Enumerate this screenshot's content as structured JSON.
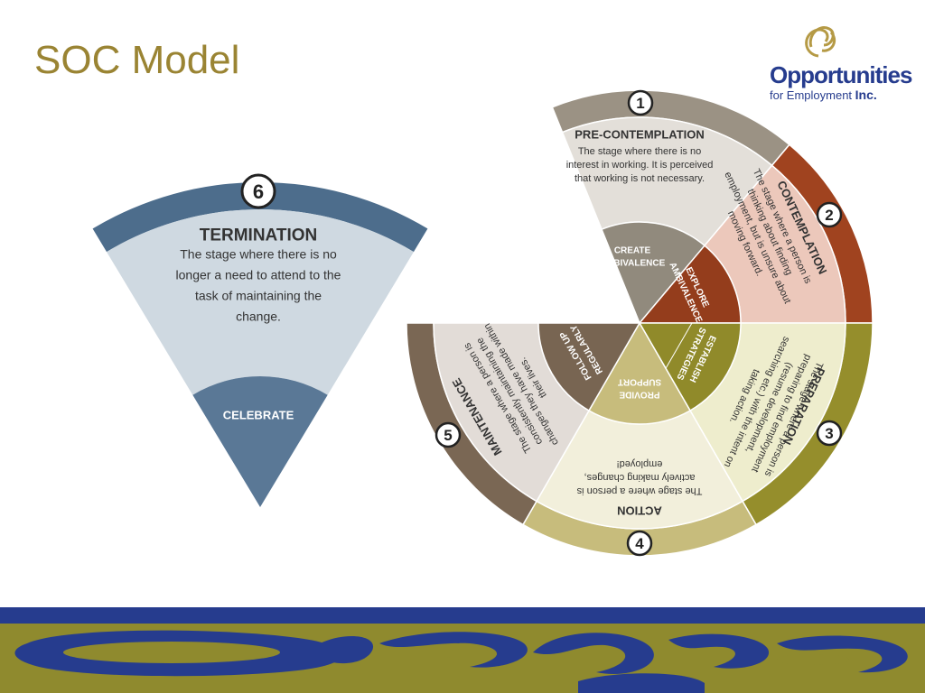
{
  "title": "SOC Model",
  "logo": {
    "name": "Opportunities",
    "tagline": "for Employment",
    "suffix": "Inc."
  },
  "termination": {
    "number": "6",
    "name": "TERMINATION",
    "description": [
      "The stage where there is no",
      "longer a need to attend to the",
      "task of maintaining the",
      "change."
    ],
    "action": "CELEBRATE"
  },
  "stages": [
    {
      "number": "1",
      "name": "PRE-CONTEMPLATION",
      "description": [
        "The stage where there is no",
        "interest in working. It is perceived",
        "that working is not necessary."
      ],
      "action": [
        "CREATE",
        "AMBIVALENCE"
      ]
    },
    {
      "number": "2",
      "name": "CONTEMPLATION",
      "description": [
        "The stage where a person is",
        "thinking about finding",
        "employment, but is unsure about",
        "moving forward."
      ],
      "action": [
        "EXPLORE",
        "AMBIVALENCE"
      ]
    },
    {
      "number": "3",
      "name": "PREPARATION",
      "description": [
        "The stage where a person is",
        "preparing to find employment",
        "(resume development,",
        "searching etc.) with the intent on",
        "taking action."
      ],
      "action": [
        "ESTABLISH",
        "STRATEGIES"
      ]
    },
    {
      "number": "4",
      "name": "ACTION",
      "description": [
        "The stage where a person is",
        "actively making changes,",
        "employed!"
      ],
      "action": [
        "PROVIDE",
        "SUPPORT"
      ]
    },
    {
      "number": "5",
      "name": "MAINTENANCE",
      "description": [
        "The stage where a person is",
        "consistently maintaining the",
        "changes they have made within",
        "their lives."
      ],
      "action": [
        "FOLLOW UP",
        "REGULARLY"
      ]
    }
  ],
  "colors": {
    "title": "#9a8433",
    "navy": "#263c8e",
    "olive": "#8f8a2e",
    "termination_band": "#4d6d8c",
    "termination_fill": "#cfd9e1",
    "termination_inner": "#5a7896"
  }
}
